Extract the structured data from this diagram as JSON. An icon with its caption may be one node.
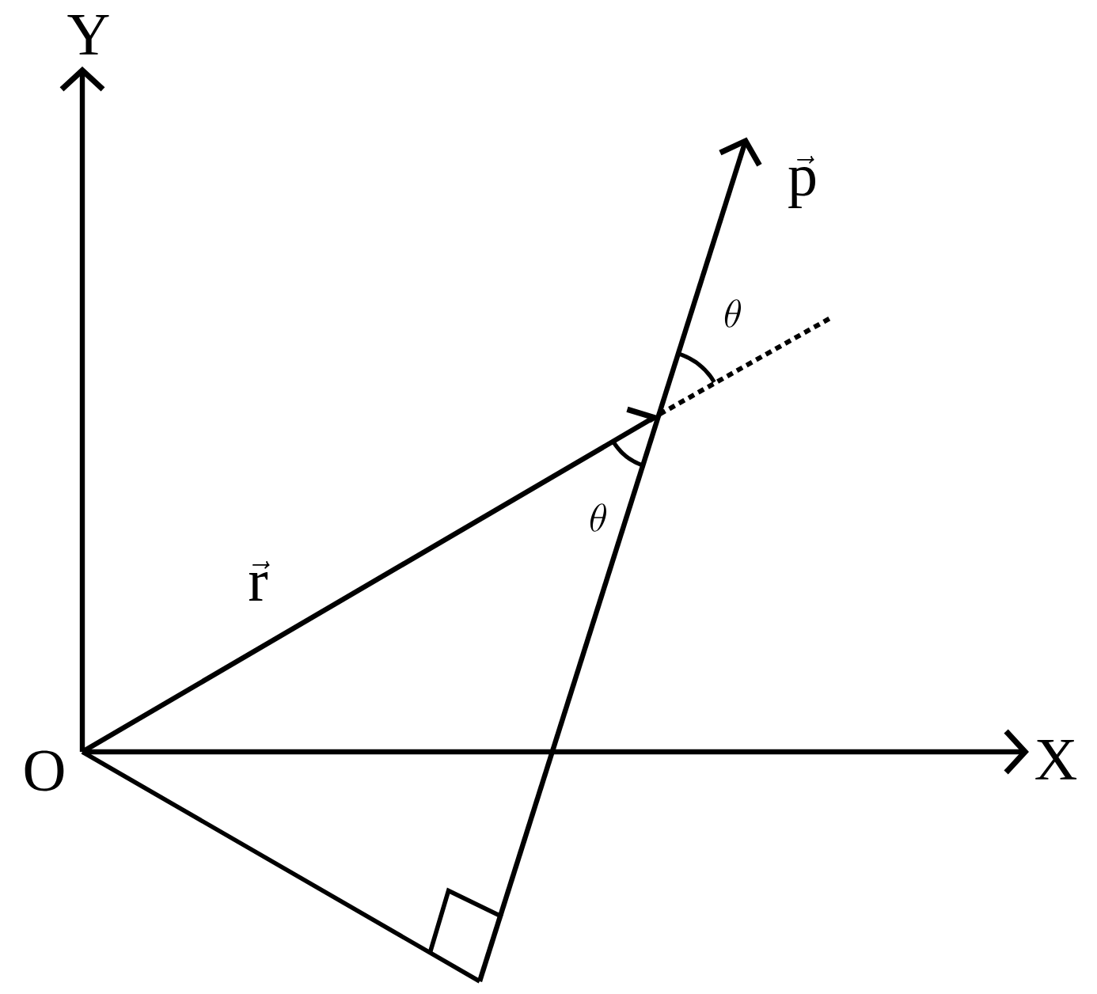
{
  "diagram": {
    "labels": [
      "Y",
      "\\vec{\\mathrm{p}}",
      "\\theta",
      "\\vec{\\mathrm{r}}",
      "\\theta",
      "O",
      "X"
    ]
  }
}
